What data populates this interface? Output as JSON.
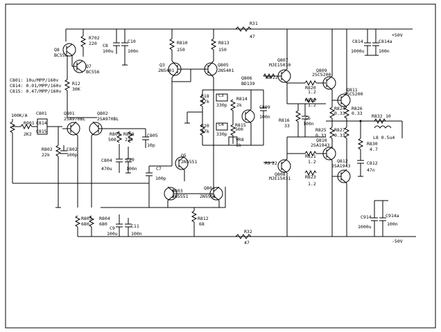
{
  "labels": {
    "r31": "R31",
    "r31v": "47",
    "r32": "R32",
    "r32v": "47",
    "plus": "+50V",
    "minus": "-50V",
    "r702": "R702",
    "r702v": "220",
    "q8": "Q8",
    "q8t": "BC556",
    "q7": "Q7",
    "q7t": "BC556",
    "r12": "R12",
    "r12v": "30K",
    "c8": "C8",
    "c8v": "100u",
    "c10": "C10",
    "c10v": "100n",
    "note1": "C801: 10u/MPP/160v",
    "note2": "C814: 0.01/MPP/160v",
    "note3": "C815: 0.47/MPP/160v",
    "vol": "100K/A",
    "r901": "R901",
    "r901v": "2K2",
    "c801": "C801",
    "c814": "C814",
    "c815": "C815",
    "q801": "Q801",
    "q801t": "2SA970BL",
    "q802": "Q802",
    "q802t": "2SA970BL",
    "r802": "R802",
    "r802v": "22k",
    "c802": "C802",
    "c802v": "100p",
    "r803": "R803",
    "r803v": "680",
    "r804": "R804",
    "r804v": "680",
    "c9": "C9",
    "c9v": "100u",
    "c11": "C11",
    "c11v": "100n",
    "r810": "R810",
    "r810v": "150",
    "r813": "R813",
    "r813v": "150",
    "q3": "Q3",
    "q3t": "2N5401",
    "q805": "Q805",
    "q805t": "2N5401",
    "r807": "R807",
    "r807v": "500",
    "r808": "R808",
    "r808v": "22k",
    "c805": "C805",
    "c805v": "10p",
    "c804": "C804",
    "c804v": "470u",
    "c20": "C20",
    "c20v": "100n",
    "c7": "C7",
    "c7v": "100p",
    "q5": "Q5",
    "q5t": "2N5551",
    "q803": "Q803",
    "q803t": "2N5551",
    "q804": "Q804",
    "q804t": "2N5551",
    "r812": "R812",
    "r812v": "68",
    "r18": "R18",
    "r18v": "47k",
    "r20": "R20",
    "r20v": "47k",
    "c3": "C3",
    "c3v": "330p",
    "c4": "C4",
    "c4v": "330p",
    "r814": "R814",
    "r814v": "2k",
    "q806": "Q806",
    "q806t": "BD139",
    "r815": "R815",
    "r815v": "500",
    "vr8": "VR8",
    "vr8v": "1k",
    "c809": "C809",
    "c809v": "100n",
    "q807": "Q807",
    "q807t": "MJE15030",
    "r8": "R8",
    "r8v": "22",
    "r9": "R9",
    "r9v": "22",
    "q808": "Q808",
    "q808t": "MJE15031",
    "r816": "R816",
    "r816v": "33",
    "c6": "C6",
    "c6v": "100n",
    "q809": "Q809",
    "q809t": "2SC5200",
    "r820": "R820",
    "r820v": "1.2",
    "r822": "R822",
    "r822v": "1.2",
    "q811": "Q811",
    "q811t": "2SC5200",
    "r824": "R824",
    "r824v": "0.33",
    "r826": "R826",
    "r826v": "0.33",
    "r825": "R825",
    "r825v": "0.33",
    "r827": "R827",
    "r827v": "0.33",
    "q810": "Q810",
    "q810t": "2SA1943",
    "q812": "Q812",
    "q812t": "2SA1943",
    "r821": "R821",
    "r821v": "1.2",
    "r823": "R823",
    "r823v": "1.2",
    "r832": "R832",
    "r832v": "10",
    "l8": "L8 0.5u4",
    "r830": "R830",
    "r830v": "4.7",
    "c812": "C812",
    "c812v": "47n",
    "c814b": "C814",
    "c814bv": "1000u",
    "c814a": "C814a",
    "c814av": "100n",
    "c914": "C914",
    "c914v": "1000u",
    "c914a": "C914a",
    "c914av": "100n"
  }
}
